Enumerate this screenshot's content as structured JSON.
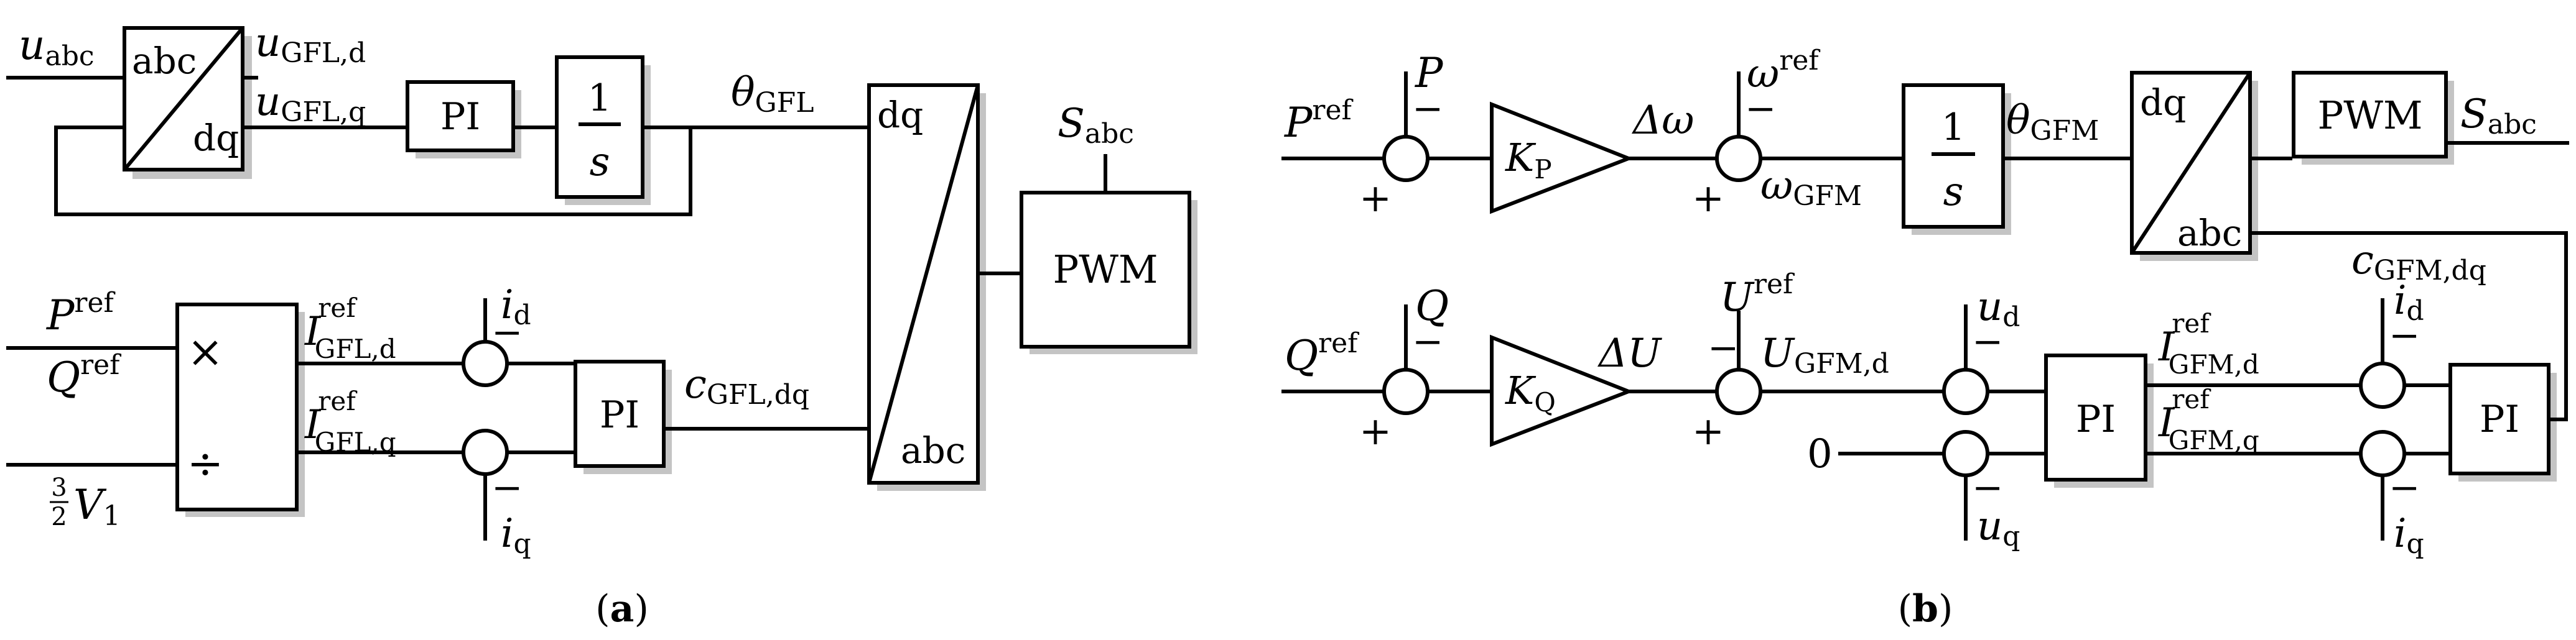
{
  "panel_a": {
    "caption": "a",
    "inputs": {
      "u": "u",
      "u_sub": "abc",
      "p": "P",
      "p_sup": "ref",
      "q": "Q",
      "q_sup": "ref",
      "v_num": "3",
      "v_den": "2",
      "v": "V",
      "v_sub": "1"
    },
    "transform": {
      "top": "abc",
      "bottom": "dq"
    },
    "outputs": {
      "ud": "u",
      "ud_sub": "GFL,d",
      "uq": "u",
      "uq_sub": "GFL,q"
    },
    "pi_label": "PI",
    "integrator": {
      "num": "1",
      "den": "s"
    },
    "theta": "θ",
    "theta_sub": "GFL",
    "mult": {
      "top": "×",
      "bottom": "÷"
    },
    "iref_d": {
      "sym": "I",
      "sup": "ref",
      "sub": "GFL,d"
    },
    "iref_q": {
      "sym": "I",
      "sup": "ref",
      "sub": "GFL,q"
    },
    "id": "i",
    "id_sub": "d",
    "iq": "i",
    "iq_sub": "q",
    "c": "c",
    "c_sub": "GFL,dq",
    "inv": {
      "top": "dq",
      "bottom": "abc"
    },
    "pwm": "PWM",
    "s": "S",
    "s_sub": "abc",
    "minus": "−"
  },
  "panel_b": {
    "caption": "b",
    "p": "P",
    "p_sup": "ref",
    "p_fb": "P",
    "kp": "K",
    "kp_sub": "P",
    "dw": "Δω",
    "w": "ω",
    "w_sup": "ref",
    "wgfm": "ω",
    "wgfm_sub": "GFM",
    "integrator": {
      "num": "1",
      "den": "s"
    },
    "theta": "θ",
    "theta_sub": "GFM",
    "inv": {
      "top": "dq",
      "bottom": "abc"
    },
    "pwm": "PWM",
    "s": "S",
    "s_sub": "abc",
    "c": "c",
    "c_sub": "GFM,dq",
    "q": "Q",
    "q_sup": "ref",
    "q_fb": "Q",
    "kq": "K",
    "kq_sub": "Q",
    "du": "ΔU",
    "uref": "U",
    "uref_sup": "ref",
    "ugfm": "U",
    "ugfm_sub": "GFM,d",
    "ud": "u",
    "ud_sub": "d",
    "uq": "u",
    "uq_sub": "q",
    "zero": "0",
    "pi_label": "PI",
    "iref_d": {
      "sym": "I",
      "sup": "ref",
      "sub": "GFM,d"
    },
    "iref_q": {
      "sym": "I",
      "sup": "ref",
      "sub": "GFM,q"
    },
    "id": "i",
    "id_sub": "d",
    "iq": "i",
    "iq_sub": "q",
    "plus": "+",
    "minus": "−"
  }
}
